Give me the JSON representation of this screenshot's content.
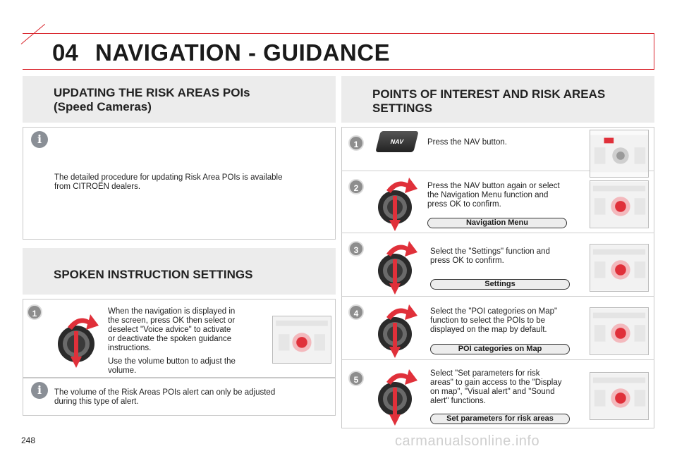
{
  "header": {
    "chapter": "04",
    "title": "NAVIGATION - GUIDANCE"
  },
  "left": {
    "updating": {
      "title_line1": "UPDATING THE RISK AREAS POIs",
      "title_line2": "(Speed Cameras)",
      "info_line1": "The detailed procedure for updating Risk Area POIs is available",
      "info_line2": "from CITROËN dealers."
    },
    "spoken": {
      "title": "SPOKEN INSTRUCTION SETTINGS",
      "step": "1",
      "desc_lines": [
        "When the navigation is displayed in",
        "the screen, press OK then select or",
        "deselect \"Voice advice\" to activate",
        "or deactivate the spoken guidance",
        "instructions."
      ],
      "volume_lines": [
        "Use the volume button to adjust the",
        "volume."
      ],
      "note_line1": "The volume of the Risk Areas POIs alert can only be adjusted",
      "note_line2": "during this type of alert."
    }
  },
  "right": {
    "title_line1": "POINTS OF INTEREST AND RISK AREAS",
    "title_line2": "SETTINGS",
    "nav_button_label": "NAV",
    "steps": [
      {
        "num": "1",
        "lines": [
          "Press the NAV button."
        ],
        "pill": ""
      },
      {
        "num": "2",
        "lines": [
          "Press the NAV button again or select",
          "the Navigation Menu function and",
          "press OK to confirm."
        ],
        "pill": "Navigation Menu"
      },
      {
        "num": "3",
        "lines": [
          "Select the \"Settings\" function and",
          "press OK to confirm."
        ],
        "pill": "Settings"
      },
      {
        "num": "4",
        "lines": [
          "Select the \"POI categories on Map\"",
          "function to select the POIs to be",
          "displayed on the map by default."
        ],
        "pill": "POI categories on Map"
      },
      {
        "num": "5",
        "lines": [
          "Select \"Set parameters for risk",
          "areas\" to gain access to the \"Display",
          "on map\", \"Visual alert\" and \"Sound",
          "alert\" functions."
        ],
        "pill": "Set parameters for risk areas"
      }
    ]
  },
  "footer": {
    "page": "248",
    "watermark": "carmanualsonline.info"
  },
  "colors": {
    "accent": "#d9242b",
    "panel": "#ececec",
    "arrow": "#e0303a"
  }
}
